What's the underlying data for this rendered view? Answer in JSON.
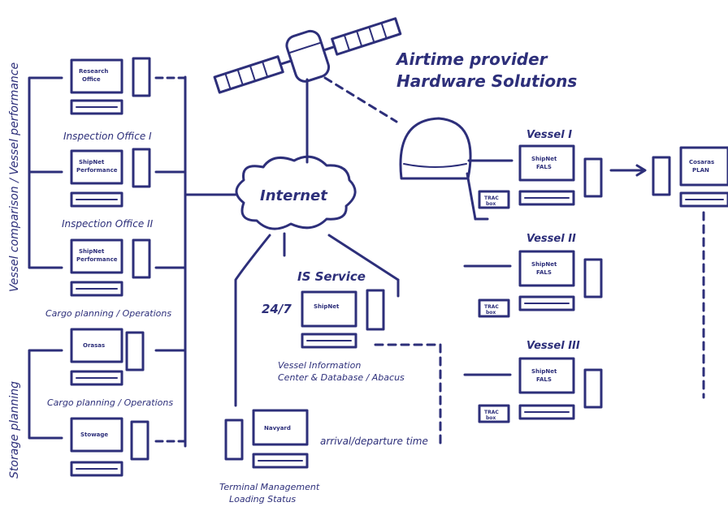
{
  "title_line1": "Airtime provider",
  "title_line2": "Hardware Solutions",
  "internet": "Internet",
  "side_labels": {
    "vessel_comparison": "Vessel comparison / Vessel performance",
    "storage_planning": "Storage planning"
  },
  "left_labels": {
    "inspection_1": "Inspection Office I",
    "inspection_2": "Inspection Office II",
    "cargo_ops_1": "Cargo planning / Operations",
    "cargo_ops_2": "Cargo planning / Operations"
  },
  "left_screens": {
    "s1": [
      "Research",
      "Office"
    ],
    "s2": [
      "ShipNet",
      "Performance"
    ],
    "s3": [
      "ShipNet",
      "Performance"
    ],
    "s4": [
      "Orasas"
    ],
    "s5": [
      "Stowage"
    ]
  },
  "is_service": {
    "label": "IS Service",
    "hours": "24/7",
    "screen": "ShipNet",
    "caption_line1": "Vessel Information",
    "caption_line2": "Center & Database / Abacus"
  },
  "terminal": {
    "screen": "Navyard",
    "caption_line1": "Terminal Management",
    "caption_line2": "Loading Status",
    "arrival": "arrival/departure time"
  },
  "vessels": [
    {
      "label": "Vessel I",
      "screen": [
        "ShipNet",
        "FALS"
      ],
      "box": [
        "TRAC",
        "box"
      ]
    },
    {
      "label": "Vessel II",
      "screen": [
        "ShipNet",
        "FALS"
      ],
      "box": [
        "TRAC",
        "box"
      ]
    },
    {
      "label": "Vessel III",
      "screen": [
        "ShipNet",
        "FALS"
      ],
      "box": [
        "TRAC",
        "box"
      ]
    }
  ],
  "far_right_screen": [
    "Cosaras",
    "PLAN"
  ]
}
